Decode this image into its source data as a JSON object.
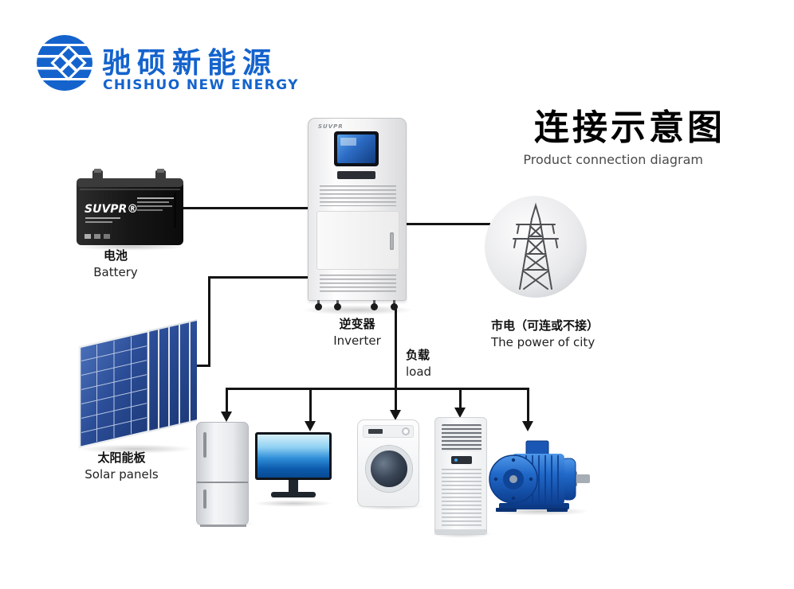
{
  "brand": {
    "zh": "驰硕新能源",
    "en": "CHISHUO NEW ENERGY"
  },
  "title": {
    "zh": "连接示意图",
    "en": "Product connection diagram"
  },
  "battery": {
    "zh": "电池",
    "en": "Battery",
    "brand": "SUVPR®"
  },
  "inverter": {
    "zh": "逆变器",
    "en": "Inverter",
    "brand": "SUVPR"
  },
  "grid": {
    "zh": "市电（可连或不接）",
    "en": "The power of city"
  },
  "solar": {
    "zh": "太阳能板",
    "en": "Solar panels"
  },
  "load": {
    "zh": "负载",
    "en": "load"
  },
  "colors": {
    "brand_blue": "#1463cd",
    "line_black": "#141414",
    "panel_blue": "#2b4d97",
    "motor_blue": "#2068c8"
  }
}
